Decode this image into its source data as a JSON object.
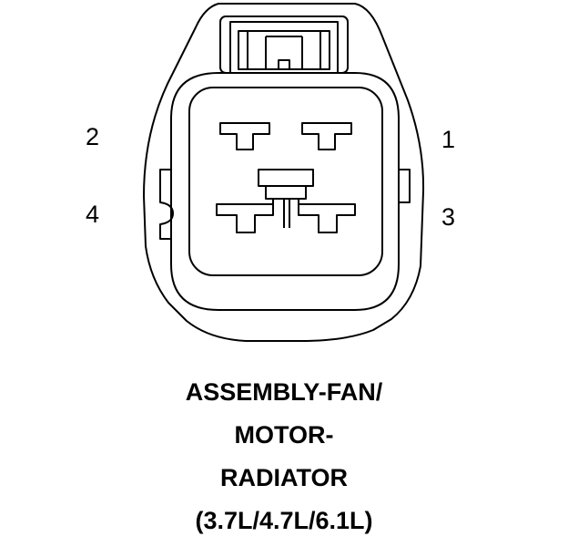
{
  "connector": {
    "pins": [
      "1",
      "2",
      "3",
      "4"
    ]
  },
  "caption": {
    "lines": [
      "ASSEMBLY-FAN/",
      "MOTOR-",
      "RADIATOR",
      "(3.7L/4.7L/6.1L)"
    ]
  }
}
